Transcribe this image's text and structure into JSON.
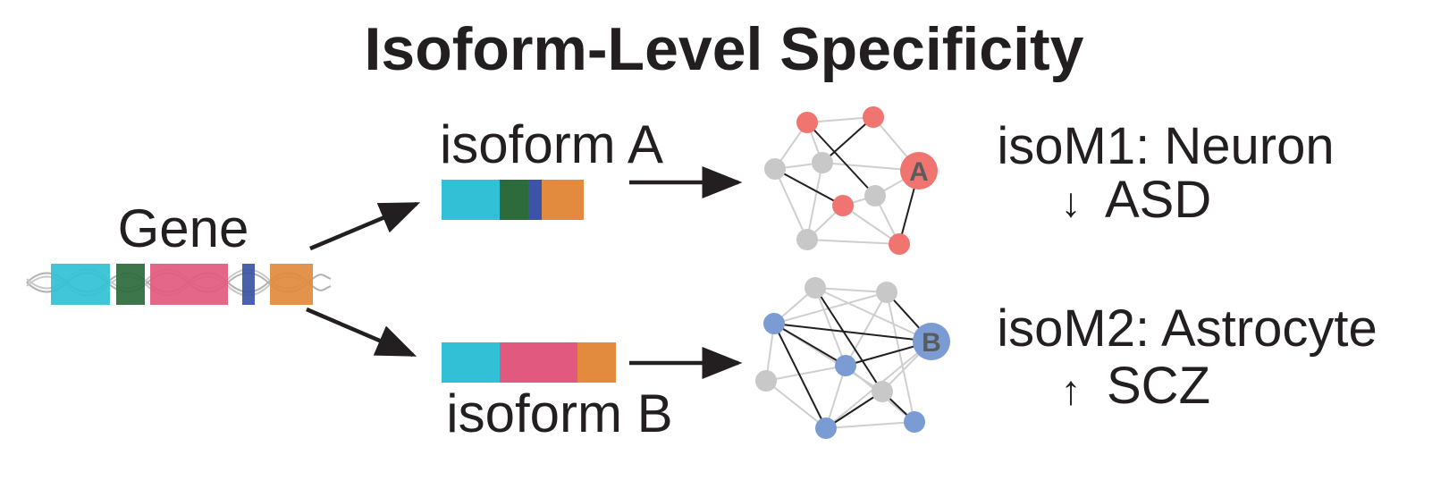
{
  "title": "Isoform-Level Specificity",
  "gene": {
    "label": "Gene",
    "exons": [
      {
        "name": "exon-cyan",
        "color": "#31c0d5"
      },
      {
        "name": "exon-green",
        "color": "#2d6a3c"
      },
      {
        "name": "exon-pink",
        "color": "#e2597f"
      },
      {
        "name": "exon-blue",
        "color": "#3c54a5"
      },
      {
        "name": "exon-orange",
        "color": "#e28a3e"
      }
    ]
  },
  "isoform_a": {
    "label": "isoform A",
    "exons": [
      "#31c0d5",
      "#2d6a3c",
      "#3c54a5",
      "#e28a3e"
    ]
  },
  "isoform_b": {
    "label": "isoform B",
    "exons": [
      "#31c0d5",
      "#e2597f",
      "#e28a3e"
    ]
  },
  "network_a": {
    "hub_label": "A",
    "highlight_color": "#f07470",
    "node_color": "#c8c8c8"
  },
  "network_b": {
    "hub_label": "B",
    "highlight_color": "#7a9cd2",
    "node_color": "#c8c8c8"
  },
  "module1": {
    "name": "isoM1: Neuron",
    "effect_arrow": "↓",
    "effect": "ASD"
  },
  "module2": {
    "name": "isoM2: Astrocyte",
    "effect_arrow": "↑",
    "effect": "SCZ"
  }
}
